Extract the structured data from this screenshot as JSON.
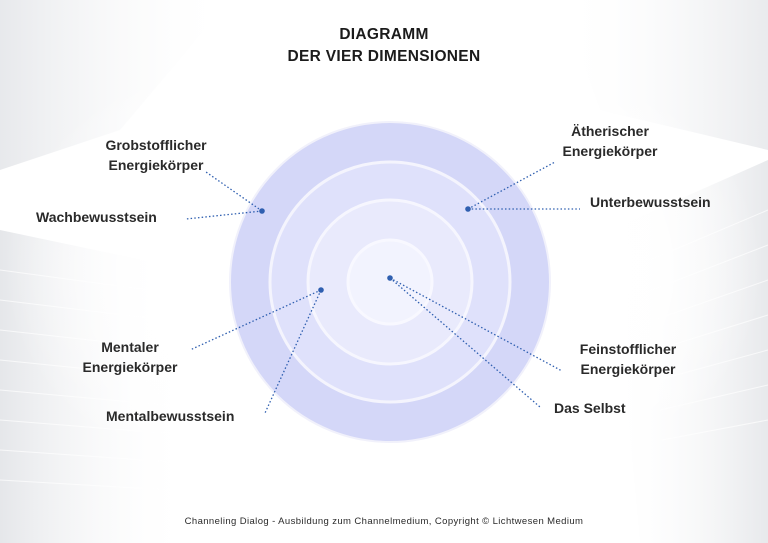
{
  "title": {
    "line1": "DIAGRAMM",
    "line2": "DER VIER DIMENSIONEN"
  },
  "labels": {
    "grobstofflich": {
      "line1": "Grobstofflicher",
      "line2": "Energiekörper"
    },
    "wachbewusstsein": "Wachbewusstsein",
    "aetherisch": {
      "line1": "Ätherischer",
      "line2": "Energiekörper"
    },
    "unterbewusstsein": "Unterbewusstsein",
    "mental": {
      "line1": "Mentaler",
      "line2": "Energiekörper"
    },
    "mentalbewusstsein": "Mentalbewusstsein",
    "feinstofflich": {
      "line1": "Feinstofflicher",
      "line2": "Energiekörper"
    },
    "selbst": "Das Selbst"
  },
  "footer": "Channeling Dialog - Ausbildung zum Channelmedium, Copyright © Lichtwesen Medium",
  "colors": {
    "ring_outer": "#d4d7f8",
    "ring_2": "#dfe1fb",
    "ring_3": "#e9eafc",
    "ring_inner": "#f2f3fe",
    "ring_stroke": "#f4f4fd",
    "dot": "#2f5fb0",
    "leader": "#2f5fb0"
  }
}
